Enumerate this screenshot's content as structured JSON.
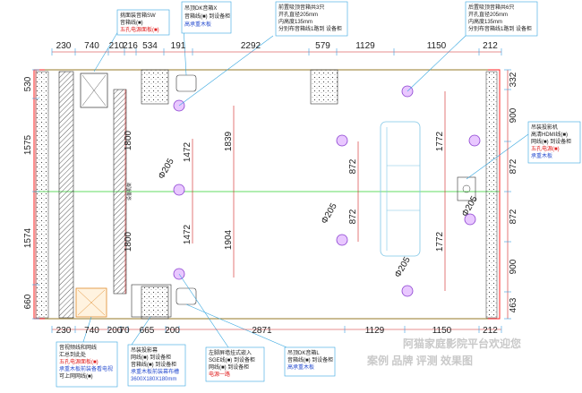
{
  "top_dims": [
    "230",
    "740",
    "210",
    "216",
    "534",
    "191",
    "2292",
    "579",
    "1129",
    "1150",
    "212"
  ],
  "bottom_dims": [
    "230",
    "740",
    "200",
    "70",
    "665",
    "200",
    "2871",
    "1129",
    "1150",
    "212"
  ],
  "left_dims": [
    "530",
    "1575",
    "1574",
    "660"
  ],
  "right_dims": [
    "332",
    "900",
    "872",
    "872",
    "900",
    "463"
  ],
  "inner_dims": {
    "rack_top": "1800",
    "rack_bottom": "1800",
    "rack_label": "设备机架",
    "col1_top": "1472",
    "col1_bottom": "1472",
    "col2_top": "1839",
    "col2_bottom": "1904",
    "col3_top": "872",
    "col3_bottom": "872",
    "col4_top": "1772",
    "col4_bottom": "1772",
    "phi_left": "Φ205",
    "phi_mid": "Φ205",
    "phi_right": "Φ205",
    "phi_lower": "Φ205"
  },
  "annotations": {
    "top_left": [
      "挑面装音箱SW",
      "音箱线(■)",
      "五孔电源面板(■)"
    ],
    "top_2": [
      "吊顶DK音箱X",
      "音箱线(■) 到设备柜",
      "高承重木板"
    ],
    "top_3": [
      "前置吸顶音箱共3只",
      "开孔直径205mm",
      "内高度135mm",
      "分别布音箱线1路到 设备柜"
    ],
    "top_right": [
      "后置吸顶音箱共6只",
      "开孔直径205mm",
      "内高度135mm",
      "分别布音箱线1路到 设备柜"
    ],
    "right": [
      "吊装投影机",
      "高清HDMI线(■)",
      "网线(■) 到设备柜",
      "五孔电源(■)",
      "承重木板"
    ],
    "bottom_1": [
      "音视频线和网线",
      "汇总到此处",
      "五孔电源面板(■)",
      "承重木板前装备看电视",
      "可上网网线(■)"
    ],
    "bottom_2": [
      "吊装投影幕",
      "网线(■) 到设备柜",
      "音箱线(■) 到设备柜",
      "承重木板前装幕布槽",
      "3600X180X180mm"
    ],
    "bottom_3": [
      "左脚屏墙挂式嵌入",
      "SGE线(■) 到设备柜",
      "网线(■) 到设备柜",
      "电源一路"
    ],
    "bottom_4": [
      "吊顶DK音箱L",
      "音箱线(■) 到设备柜",
      "高承重木板"
    ]
  },
  "watermark": {
    "line1": "阿猫家庭影院平台欢迎您",
    "line2": "案例 品牌 评测 效果图"
  }
}
